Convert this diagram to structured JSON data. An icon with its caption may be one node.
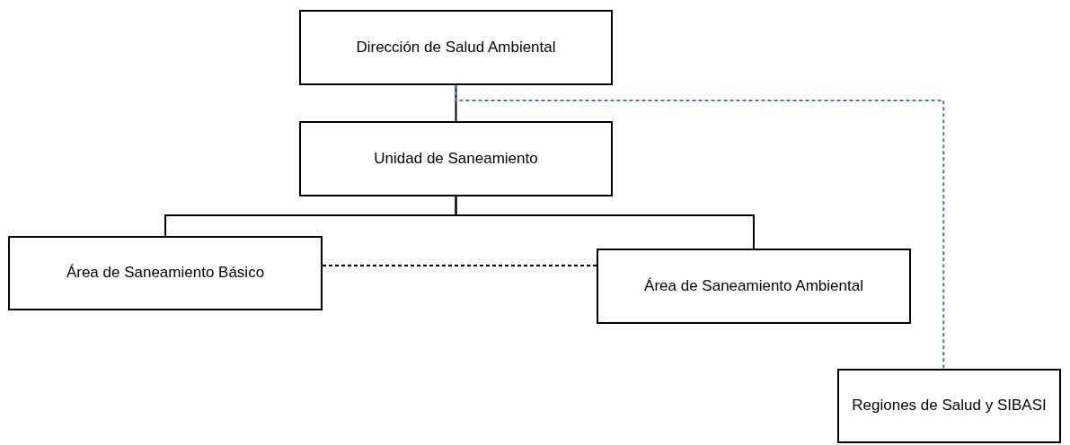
{
  "diagram": {
    "nodes": [
      {
        "text": [
          "Dirección de Salud Ambiental"
        ]
      },
      {
        "text": [
          "Unidad de Saneamiento"
        ]
      },
      {
        "text": [
          "Área de Saneamiento Básico"
        ]
      },
      {
        "text": [
          "Área de Saneamiento Ambiental"
        ]
      },
      {
        "text": [
          "Regiones de Salud y SIBASI"
        ]
      }
    ],
    "edges": [
      {
        "from": 0,
        "to": 1,
        "arrow": "none"
      },
      {
        "from": 1,
        "to": 2,
        "arrow": "none"
      },
      {
        "from": 1,
        "to": 3,
        "arrow": "none"
      },
      {
        "from": 2,
        "to": 3,
        "arrow": "none",
        "style": "dashed"
      },
      {
        "from": 0,
        "to": 4,
        "arrow": "none",
        "style": "dashed",
        "color": "#4a7ab5"
      }
    ]
  }
}
